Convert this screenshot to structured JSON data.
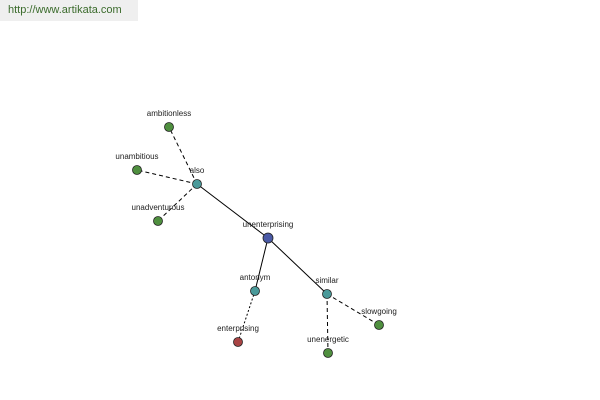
{
  "header": {
    "url": "http://www.artikata.com"
  },
  "colors": {
    "center": "#4a5aa6",
    "relation": "#4a9a9a",
    "synonym": "#4f8f3f",
    "antonym": "#a84444"
  },
  "graph": {
    "nodes": [
      {
        "id": "unenterprising",
        "label": "unenterprising",
        "role": "center"
      },
      {
        "id": "also",
        "label": "also",
        "role": "relation"
      },
      {
        "id": "antonym",
        "label": "antonym",
        "role": "relation"
      },
      {
        "id": "similar",
        "label": "similar",
        "role": "relation"
      },
      {
        "id": "ambitionless",
        "label": "ambitionless",
        "role": "synonym"
      },
      {
        "id": "unambitious",
        "label": "unambitious",
        "role": "synonym"
      },
      {
        "id": "unadventurous",
        "label": "unadventurous",
        "role": "synonym"
      },
      {
        "id": "enterprising",
        "label": "enterprising",
        "role": "antonym"
      },
      {
        "id": "unenergetic",
        "label": "unenergetic",
        "role": "synonym"
      },
      {
        "id": "slowgoing",
        "label": "slowgoing",
        "role": "synonym"
      }
    ],
    "edges": [
      {
        "from": "unenterprising",
        "to": "also",
        "style": "solid"
      },
      {
        "from": "unenterprising",
        "to": "antonym",
        "style": "solid"
      },
      {
        "from": "unenterprising",
        "to": "similar",
        "style": "solid"
      },
      {
        "from": "also",
        "to": "ambitionless",
        "style": "dashed"
      },
      {
        "from": "also",
        "to": "unambitious",
        "style": "dashed"
      },
      {
        "from": "also",
        "to": "unadventurous",
        "style": "dashed"
      },
      {
        "from": "antonym",
        "to": "enterprising",
        "style": "dotted"
      },
      {
        "from": "similar",
        "to": "unenergetic",
        "style": "dashed"
      },
      {
        "from": "similar",
        "to": "slowgoing",
        "style": "dashed"
      }
    ]
  }
}
